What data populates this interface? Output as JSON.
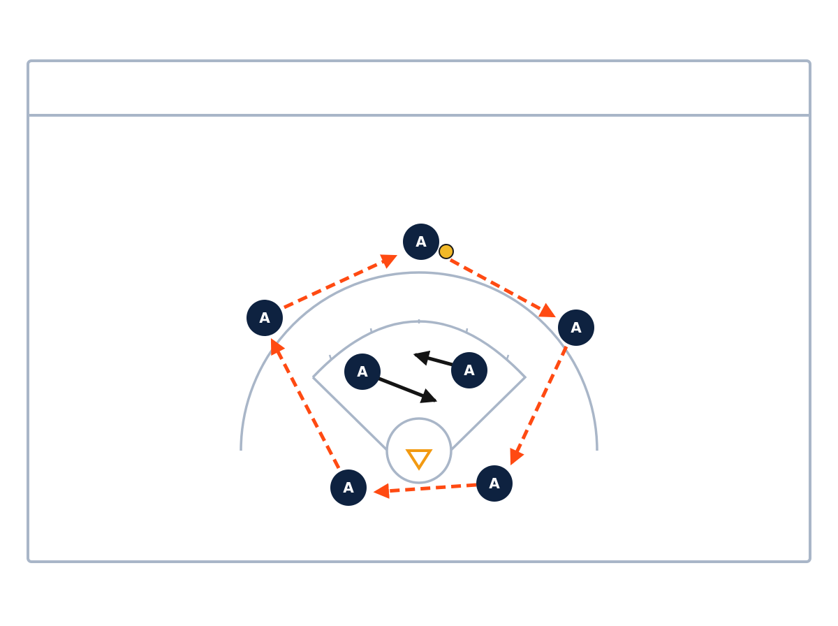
{
  "colors": {
    "background": "#ffffff",
    "field_lines": "#a9b6c8",
    "player_fill": "#0e2240",
    "player_text": "#ffffff",
    "pass_arrow": "#ff4a12",
    "move_arrow": "#141414",
    "ball": "#f2b928",
    "goalie_marker": "#f29a12"
  },
  "players": [
    {
      "id": "top",
      "label": "A",
      "has_ball": true
    },
    {
      "id": "left-wing",
      "label": "A"
    },
    {
      "id": "right-wing",
      "label": "A"
    },
    {
      "id": "inner-left",
      "label": "A"
    },
    {
      "id": "inner-right",
      "label": "A"
    },
    {
      "id": "bottom-left",
      "label": "A"
    },
    {
      "id": "bottom-right",
      "label": "A"
    }
  ],
  "passes": [
    {
      "from": "left-wing",
      "to": "top",
      "style": "dashed"
    },
    {
      "from": "top",
      "to": "right-wing",
      "style": "dashed"
    },
    {
      "from": "right-wing",
      "to": "bottom-right",
      "style": "dashed"
    },
    {
      "from": "bottom-right",
      "to": "bottom-left",
      "style": "dashed"
    },
    {
      "from": "bottom-left",
      "to": "left-wing",
      "style": "dashed"
    }
  ],
  "movements": [
    {
      "player": "inner-left",
      "direction": "down-right",
      "style": "solid"
    },
    {
      "player": "inner-right",
      "direction": "left",
      "style": "solid"
    }
  ],
  "goalie": {
    "icon": "triangle-down-icon"
  }
}
